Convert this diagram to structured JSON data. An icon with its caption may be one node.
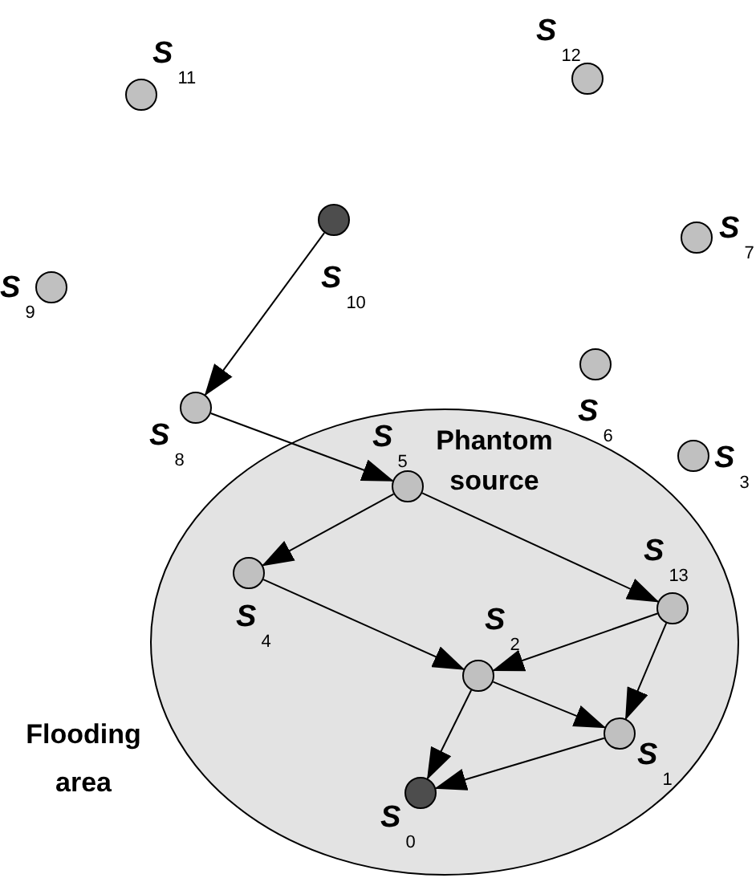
{
  "diagram": {
    "nodes": [
      {
        "text": [],
        "shape": "circle",
        "beside": [
          "S$_{11}$"
        ]
      },
      {
        "text": [],
        "shape": "circle",
        "beside": [
          "S$_{12}$"
        ]
      },
      {
        "text": [],
        "shape": "disc",
        "beside": [
          "S$_{10}$"
        ]
      },
      {
        "text": [],
        "shape": "circle",
        "beside": [
          "S$_{7}$"
        ]
      },
      {
        "text": [],
        "shape": "circle",
        "beside": [
          "S$_{9}$"
        ]
      },
      {
        "text": [],
        "shape": "circle",
        "beside": [
          "S$_{8}$"
        ]
      },
      {
        "text": [],
        "shape": "circle",
        "beside": [
          "S$_{6}$"
        ]
      },
      {
        "text": [],
        "shape": "circle",
        "beside": [
          "S$_{3}$"
        ]
      },
      {
        "text": [],
        "shape": "ellipse",
        "beside": [
          "Flooding area"
        ]
      },
      {
        "text": [],
        "shape": "circle",
        "beside": [
          "S$_{5}$",
          "Phantom source"
        ],
        "in": 8
      },
      {
        "text": [],
        "shape": "circle",
        "beside": [
          "S$_{4}$"
        ],
        "in": 8
      },
      {
        "text": [],
        "shape": "circle",
        "beside": [
          "S$_{13}$"
        ],
        "in": 8
      },
      {
        "text": [],
        "shape": "circle",
        "beside": [
          "S$_{2}$"
        ],
        "in": 8
      },
      {
        "text": [],
        "shape": "circle",
        "beside": [
          "S$_{1}$"
        ],
        "in": 8
      },
      {
        "text": [],
        "shape": "disc",
        "beside": [
          "S$_{0}$"
        ],
        "in": 8
      }
    ],
    "edges": [
      {
        "from": 2,
        "to": 5,
        "arrow": "to"
      },
      {
        "from": 5,
        "to": 9,
        "arrow": "to"
      },
      {
        "from": 9,
        "to": 10,
        "arrow": "to"
      },
      {
        "from": 9,
        "to": 11,
        "arrow": "to"
      },
      {
        "from": 10,
        "to": 12,
        "arrow": "to"
      },
      {
        "from": 11,
        "to": 12,
        "arrow": "to"
      },
      {
        "from": 11,
        "to": 13,
        "arrow": "to"
      },
      {
        "from": 12,
        "to": 13,
        "arrow": "to"
      },
      {
        "from": 12,
        "to": 14,
        "arrow": "to"
      },
      {
        "from": 13,
        "to": 14,
        "arrow": "to"
      }
    ]
  }
}
